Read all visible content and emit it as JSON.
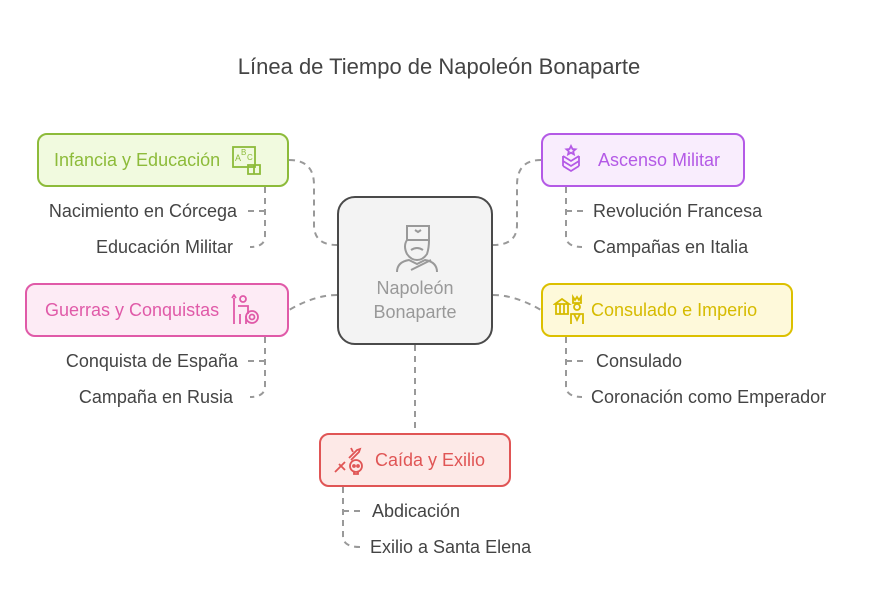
{
  "title": "Línea de Tiempo de Napoleón Bonaparte",
  "center": {
    "line1": "Napoleón",
    "line2": "Bonaparte",
    "icon": "napoleon-portrait-icon"
  },
  "topics": {
    "infancia": {
      "label": "Infancia y Educación",
      "icon": "abc-book-icon",
      "color": "#8dbb3a",
      "fill": "#f1fadf",
      "items": [
        "Nacimiento en Córcega",
        "Educación Militar"
      ]
    },
    "ascenso": {
      "label": "Ascenso Militar",
      "icon": "military-rank-icon",
      "color": "#b45ae6",
      "fill": "#f9edfd",
      "items": [
        "Revolución Francesa",
        "Campañas en Italia"
      ]
    },
    "guerras": {
      "label": "Guerras y Conquistas",
      "icon": "warrior-shield-icon",
      "color": "#e05aa8",
      "fill": "#fdebf5",
      "items": [
        "Conquista de España",
        "Campaña en Rusia"
      ]
    },
    "consulado": {
      "label": "Consulado e Imperio",
      "icon": "temple-king-icon",
      "color": "#dcc000",
      "fill": "#fef9da",
      "items": [
        "Consulado",
        "Coronación como Emperador"
      ]
    },
    "caida": {
      "label": "Caída y Exilio",
      "icon": "broken-sword-skull-icon",
      "color": "#e05555",
      "fill": "#fde9e7",
      "items": [
        "Abdicación",
        "Exilio a Santa Elena"
      ]
    }
  }
}
